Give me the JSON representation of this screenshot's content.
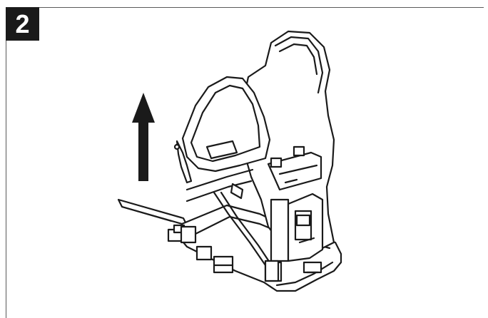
{
  "step": {
    "number": "2"
  },
  "illustration": {
    "subject": "backpack-harness-frame",
    "arrow_direction": "up",
    "line_color": "#1a1a1a"
  }
}
